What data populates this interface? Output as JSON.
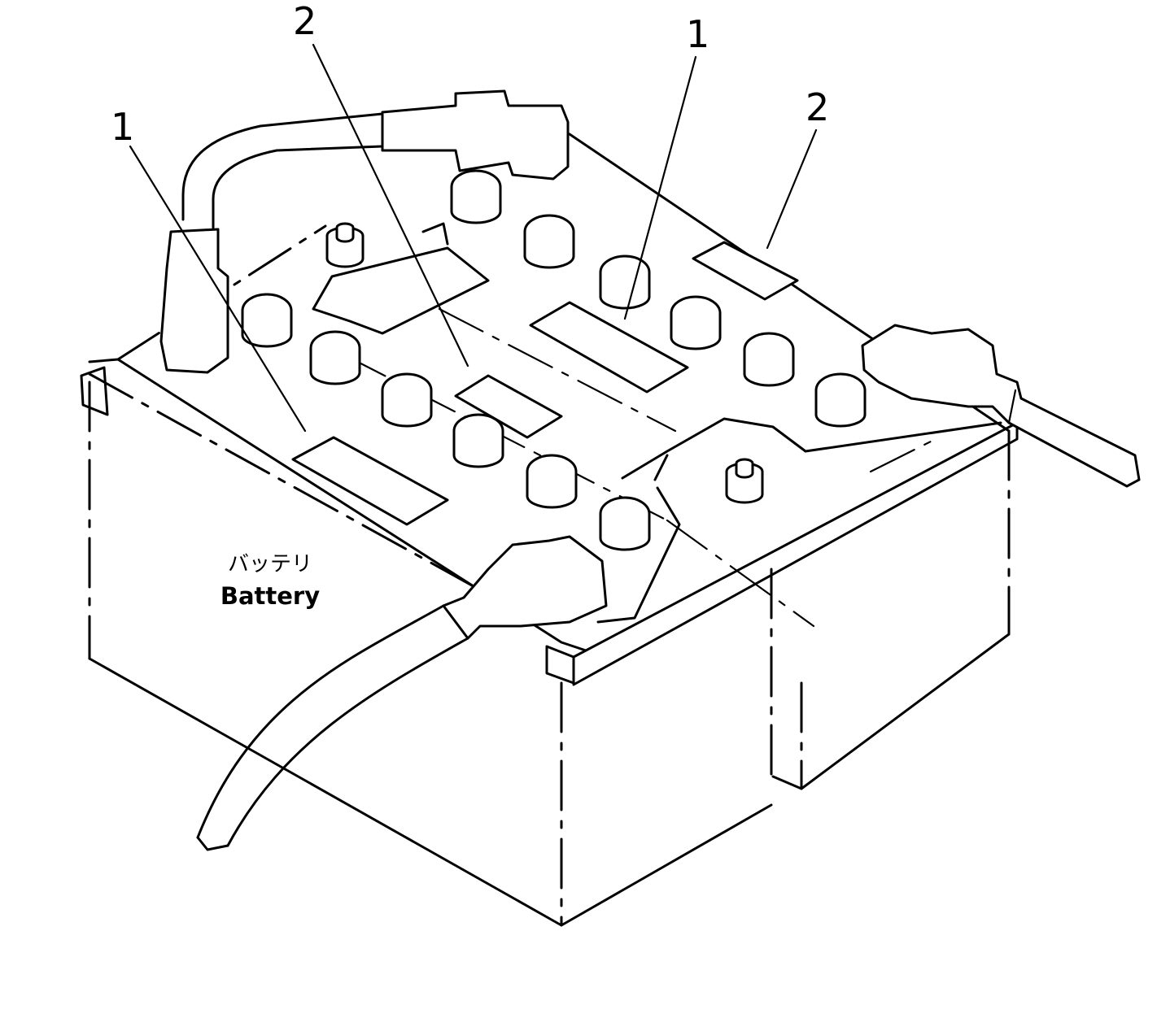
{
  "labels": {
    "battery_jp": "バッテリ",
    "battery_en": "Battery"
  },
  "callouts": [
    {
      "id": "c1-left",
      "number": "1"
    },
    {
      "id": "c2-center",
      "number": "2"
    },
    {
      "id": "c1-right",
      "number": "1"
    },
    {
      "id": "c2-right",
      "number": "2"
    }
  ]
}
